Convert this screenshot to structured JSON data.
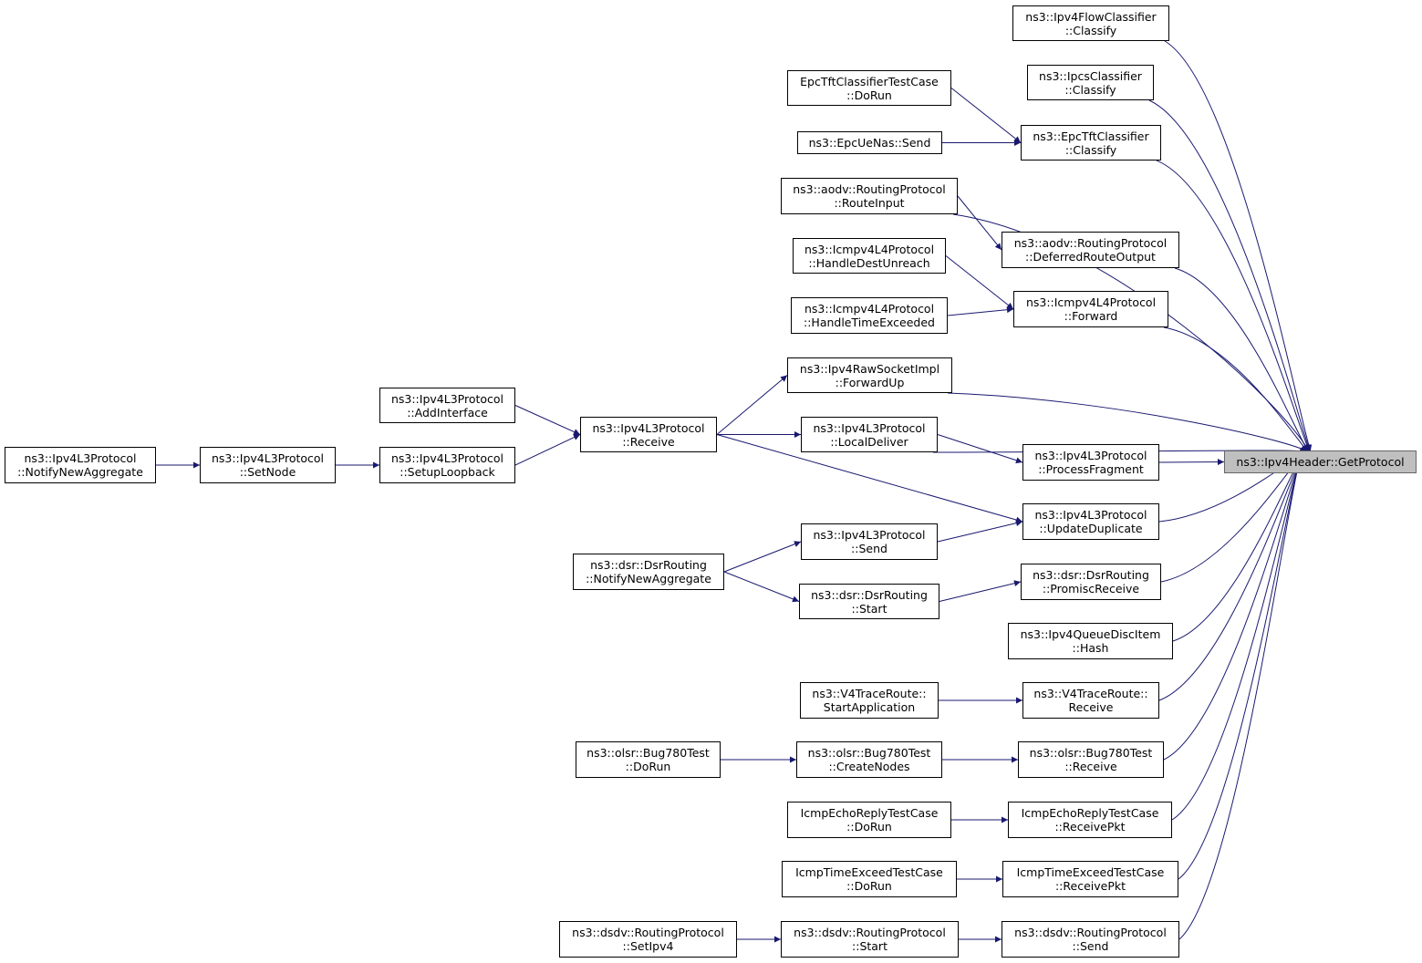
{
  "nodes": {
    "get_protocol": {
      "label": "ns3::Ipv4Header::GetProtocol"
    },
    "flow_classify": {
      "line1": "ns3::Ipv4FlowClassifier",
      "line2": "::Classify"
    },
    "ipcs_classify": {
      "line1": "ns3::IpcsClassifier",
      "line2": "::Classify"
    },
    "epc_testcase_dorun": {
      "line1": "EpcTftClassifierTestCase",
      "line2": "::DoRun"
    },
    "epc_tft_classify": {
      "line1": "ns3::EpcTftClassifier",
      "line2": "::Classify"
    },
    "epc_ue_nas_send": {
      "label": "ns3::EpcUeNas::Send"
    },
    "aodv_route_input": {
      "line1": "ns3::aodv::RoutingProtocol",
      "line2": "::RouteInput"
    },
    "aodv_deferred": {
      "line1": "ns3::aodv::RoutingProtocol",
      "line2": "::DeferredRouteOutput"
    },
    "icmp_dest_unreach": {
      "line1": "ns3::Icmpv4L4Protocol",
      "line2": "::HandleDestUnreach"
    },
    "icmp_forward": {
      "line1": "ns3::Icmpv4L4Protocol",
      "line2": "::Forward"
    },
    "icmp_time_exceeded": {
      "line1": "ns3::Icmpv4L4Protocol",
      "line2": "::HandleTimeExceeded"
    },
    "raw_forward_up": {
      "line1": "ns3::Ipv4RawSocketImpl",
      "line2": "::ForwardUp"
    },
    "l3_add_interface": {
      "line1": "ns3::Ipv4L3Protocol",
      "line2": "::AddInterface"
    },
    "l3_receive": {
      "line1": "ns3::Ipv4L3Protocol",
      "line2": "::Receive"
    },
    "l3_local_deliver": {
      "line1": "ns3::Ipv4L3Protocol",
      "line2": "::LocalDeliver"
    },
    "l3_notify_new_agg": {
      "line1": "ns3::Ipv4L3Protocol",
      "line2": "::NotifyNewAggregate"
    },
    "l3_set_node": {
      "line1": "ns3::Ipv4L3Protocol",
      "line2": "::SetNode"
    },
    "l3_setup_loopback": {
      "line1": "ns3::Ipv4L3Protocol",
      "line2": "::SetupLoopback"
    },
    "l3_process_fragment": {
      "line1": "ns3::Ipv4L3Protocol",
      "line2": "::ProcessFragment"
    },
    "l3_update_duplicate": {
      "line1": "ns3::Ipv4L3Protocol",
      "line2": "::UpdateDuplicate"
    },
    "l3_send": {
      "line1": "ns3::Ipv4L3Protocol",
      "line2": "::Send"
    },
    "dsr_notify_new_agg": {
      "line1": "ns3::dsr::DsrRouting",
      "line2": "::NotifyNewAggregate"
    },
    "dsr_start": {
      "line1": "ns3::dsr::DsrRouting",
      "line2": "::Start"
    },
    "dsr_promisc_receive": {
      "line1": "ns3::dsr::DsrRouting",
      "line2": "::PromiscReceive"
    },
    "queue_disc_hash": {
      "line1": "ns3::Ipv4QueueDiscItem",
      "line2": "::Hash"
    },
    "v4tr_start_app": {
      "line1": "ns3::V4TraceRoute::",
      "line2": "StartApplication"
    },
    "v4tr_receive": {
      "line1": "ns3::V4TraceRoute::",
      "line2": "Receive"
    },
    "olsr_dorun": {
      "line1": "ns3::olsr::Bug780Test",
      "line2": "::DoRun"
    },
    "olsr_create_nodes": {
      "line1": "ns3::olsr::Bug780Test",
      "line2": "::CreateNodes"
    },
    "olsr_receive": {
      "line1": "ns3::olsr::Bug780Test",
      "line2": "::Receive"
    },
    "echo_dorun": {
      "line1": "IcmpEchoReplyTestCase",
      "line2": "::DoRun"
    },
    "echo_receive_pkt": {
      "line1": "IcmpEchoReplyTestCase",
      "line2": "::ReceivePkt"
    },
    "time_exceed_dorun": {
      "line1": "IcmpTimeExceedTestCase",
      "line2": "::DoRun"
    },
    "time_exceed_receive_pkt": {
      "line1": "IcmpTimeExceedTestCase",
      "line2": "::ReceivePkt"
    },
    "dsdv_set_ipv4": {
      "line1": "ns3::dsdv::RoutingProtocol",
      "line2": "::SetIpv4"
    },
    "dsdv_start": {
      "line1": "ns3::dsdv::RoutingProtocol",
      "line2": "::Start"
    },
    "dsdv_send": {
      "line1": "ns3::dsdv::RoutingProtocol",
      "line2": "::Send"
    }
  },
  "edges": [
    {
      "from": "flow_classify",
      "to": "get_protocol"
    },
    {
      "from": "ipcs_classify",
      "to": "get_protocol"
    },
    {
      "from": "epc_tft_classify",
      "to": "get_protocol"
    },
    {
      "from": "aodv_route_input",
      "to": "get_protocol"
    },
    {
      "from": "aodv_deferred",
      "to": "get_protocol"
    },
    {
      "from": "icmp_forward",
      "to": "get_protocol"
    },
    {
      "from": "raw_forward_up",
      "to": "get_protocol"
    },
    {
      "from": "l3_local_deliver",
      "to": "get_protocol"
    },
    {
      "from": "l3_process_fragment",
      "to": "get_protocol"
    },
    {
      "from": "l3_update_duplicate",
      "to": "get_protocol"
    },
    {
      "from": "dsr_promisc_receive",
      "to": "get_protocol"
    },
    {
      "from": "queue_disc_hash",
      "to": "get_protocol"
    },
    {
      "from": "v4tr_receive",
      "to": "get_protocol"
    },
    {
      "from": "olsr_receive",
      "to": "get_protocol"
    },
    {
      "from": "echo_receive_pkt",
      "to": "get_protocol"
    },
    {
      "from": "time_exceed_receive_pkt",
      "to": "get_protocol"
    },
    {
      "from": "dsdv_send",
      "to": "get_protocol"
    },
    {
      "from": "epc_testcase_dorun",
      "to": "epc_tft_classify"
    },
    {
      "from": "epc_ue_nas_send",
      "to": "epc_tft_classify"
    },
    {
      "from": "aodv_route_input",
      "to": "aodv_deferred"
    },
    {
      "from": "icmp_dest_unreach",
      "to": "icmp_forward"
    },
    {
      "from": "icmp_time_exceeded",
      "to": "icmp_forward"
    },
    {
      "from": "l3_receive",
      "to": "raw_forward_up"
    },
    {
      "from": "l3_receive",
      "to": "l3_local_deliver"
    },
    {
      "from": "l3_receive",
      "to": "l3_update_duplicate"
    },
    {
      "from": "l3_add_interface",
      "to": "l3_receive"
    },
    {
      "from": "l3_setup_loopback",
      "to": "l3_receive"
    },
    {
      "from": "l3_set_node",
      "to": "l3_setup_loopback"
    },
    {
      "from": "l3_notify_new_agg",
      "to": "l3_set_node"
    },
    {
      "from": "l3_local_deliver",
      "to": "l3_process_fragment"
    },
    {
      "from": "l3_send",
      "to": "l3_update_duplicate"
    },
    {
      "from": "dsr_notify_new_agg",
      "to": "l3_send"
    },
    {
      "from": "dsr_notify_new_agg",
      "to": "dsr_start"
    },
    {
      "from": "dsr_start",
      "to": "dsr_promisc_receive"
    },
    {
      "from": "v4tr_start_app",
      "to": "v4tr_receive"
    },
    {
      "from": "olsr_dorun",
      "to": "olsr_create_nodes"
    },
    {
      "from": "olsr_create_nodes",
      "to": "olsr_receive"
    },
    {
      "from": "echo_dorun",
      "to": "echo_receive_pkt"
    },
    {
      "from": "time_exceed_dorun",
      "to": "time_exceed_receive_pkt"
    },
    {
      "from": "dsdv_set_ipv4",
      "to": "dsdv_start"
    },
    {
      "from": "dsdv_start",
      "to": "dsdv_send"
    }
  ],
  "colors": {
    "edge": "#191970",
    "focus_fill": "#bfbfbf",
    "node_border": "#000000"
  }
}
